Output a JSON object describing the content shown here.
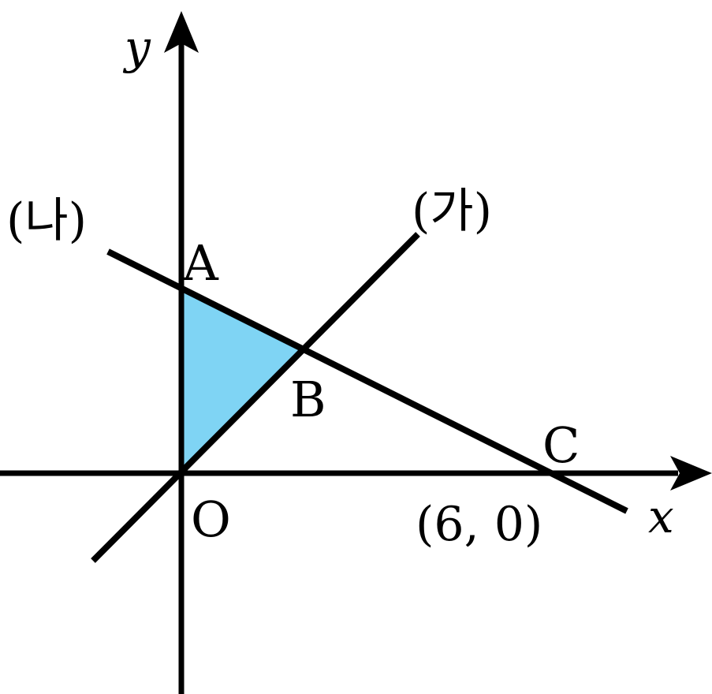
{
  "figure": {
    "axis_x_label": "x",
    "axis_y_label": "y",
    "origin_label": "O",
    "line_ga_label": "(가)",
    "line_na_label": "(나)",
    "point_a_label": "A",
    "point_b_label": "B",
    "point_c_label": "C",
    "point_c_coordinates": "(6, 0)"
  },
  "colors": {
    "triangle_fill": "#7fd4f4",
    "stroke": "#000000"
  }
}
